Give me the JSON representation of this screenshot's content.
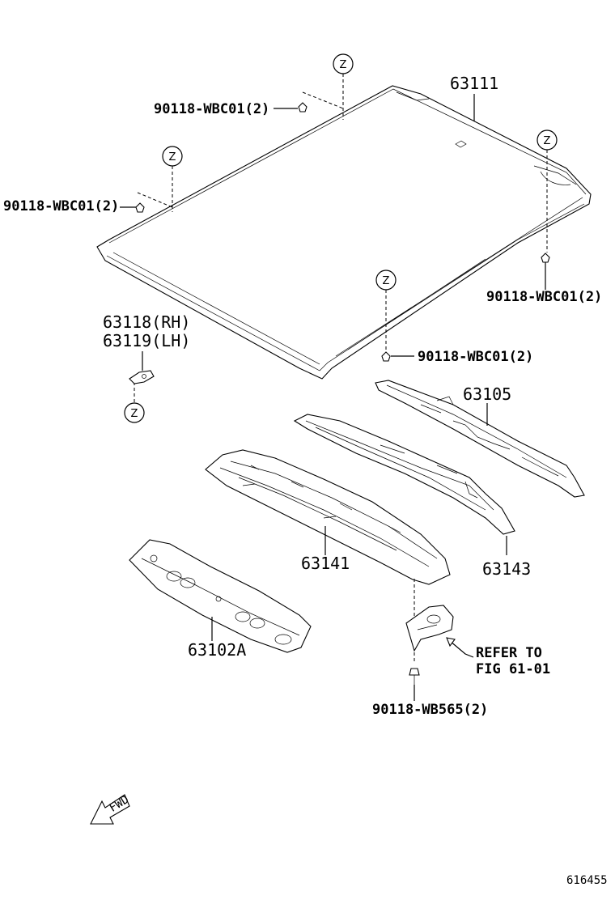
{
  "labels": {
    "roof_panel": "63111",
    "clip_top": "90118-WBC01(2)",
    "clip_left": "90118-WBC01(2)",
    "clip_right": "90118-WBC01(2)",
    "clip_center": "90118-WBC01(2)",
    "bracket_rh": "63118(RH)",
    "bracket_lh": "63119(LH)",
    "rear_rail": "63105",
    "middle_bow": "63143",
    "front_bow": "63141",
    "header_panel": "63102A",
    "refer_line1": "REFER TO",
    "refer_line2": "FIG 61-01",
    "bolt_bottom": "90118-WB565(2)",
    "fwd_arrow": "FWD",
    "diagram_number": "616455",
    "z_marker": "Z"
  }
}
